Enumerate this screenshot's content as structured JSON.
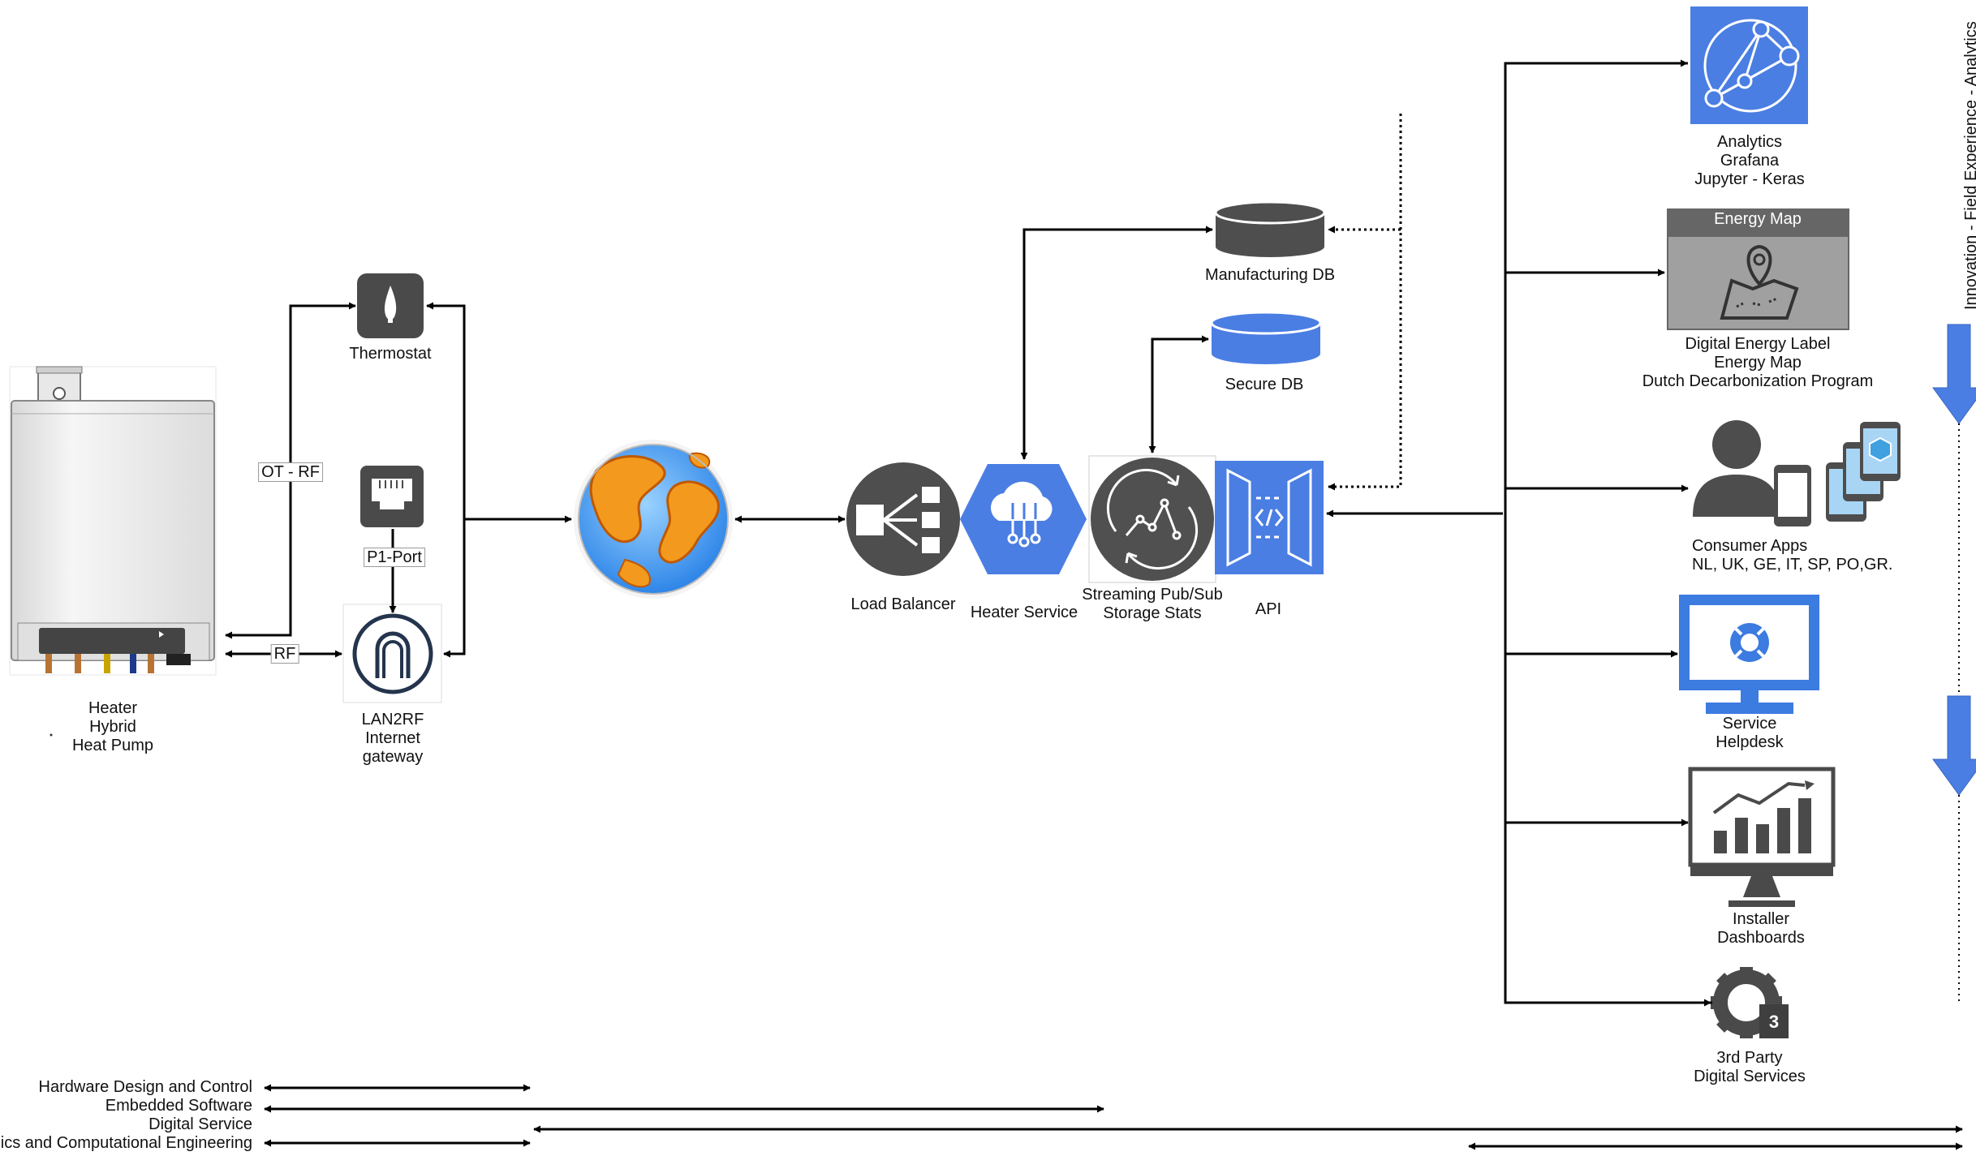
{
  "nodes": {
    "heater": {
      "lines": [
        "Heater",
        "Hybrid",
        "Heat Pump"
      ],
      "icon": "heater-appliance"
    },
    "thermostat": {
      "label": "Thermostat",
      "icon": "flame-icon"
    },
    "p1port": {
      "icon": "ethernet-port-icon"
    },
    "lan2rf": {
      "lines": [
        "LAN2RF",
        "Internet",
        "gateway"
      ],
      "icon": "gateway-arch-icon"
    },
    "internet": {
      "icon": "globe-icon"
    },
    "load_balancer": {
      "label": "Load Balancer",
      "icon": "load-balancer-icon"
    },
    "heater_service": {
      "label": "Heater Service",
      "icon": "cloud-service-icon"
    },
    "streaming": {
      "lines": [
        "Streaming Pub/Sub",
        "Storage Stats"
      ],
      "icon": "streaming-icon"
    },
    "api": {
      "label": "API",
      "icon": "api-icon"
    },
    "manufacturing_db": {
      "label": "Manufacturing DB",
      "icon": "database-icon"
    },
    "secure_db": {
      "label": "Secure DB",
      "icon": "database-icon"
    },
    "analytics": {
      "lines": [
        "Analytics",
        "Grafana",
        "Jupyter - Keras"
      ],
      "icon": "analytics-network-icon"
    },
    "energy_map": {
      "header": "Energy Map",
      "lines": [
        "Digital Energy Label",
        "Energy Map",
        "Dutch Decarbonization Program"
      ],
      "icon": "map-pin-icon"
    },
    "consumer_apps": {
      "lines": [
        "Consumer Apps",
        "NL, UK, GE, IT, SP, PO,GR."
      ],
      "icon": "user-mobile-icon"
    },
    "service_helpdesk": {
      "lines": [
        "Service",
        "Helpdesk"
      ],
      "icon": "monitor-lifebuoy-icon"
    },
    "installer_dashboards": {
      "lines": [
        "Installer",
        "Dashboards"
      ],
      "icon": "monitor-chart-icon"
    },
    "third_party": {
      "lines": [
        "3rd Party",
        "Digital Services"
      ],
      "icon": "gear-3rd-party-icon",
      "badge": "3"
    }
  },
  "edge_labels": {
    "ot_rf": "OT - RF",
    "p1_port": "P1-Port",
    "rf": "RF"
  },
  "side_title": "Innovation - Field Experience - Analytics",
  "legend": [
    "Hardware Design and Control",
    "Embedded Software",
    "Digital Service",
    "sics and Computational Engineering"
  ],
  "colors": {
    "google_blue": "#4a7ee3",
    "dark_gray": "#4d4d4d",
    "line": "#000000",
    "accent_arrow": "#4a7ee3"
  }
}
